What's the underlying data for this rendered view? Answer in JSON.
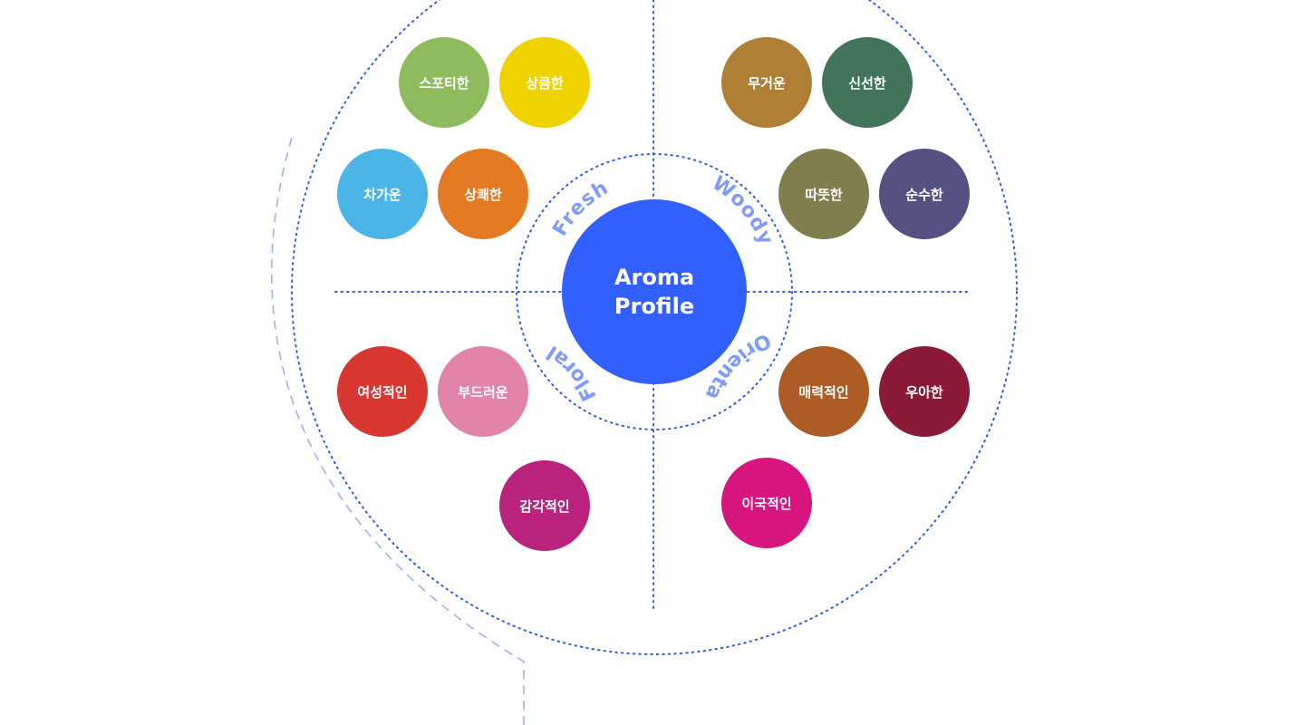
{
  "center": {
    "line1": "Aroma",
    "line2": "Profile"
  },
  "categories": {
    "fresh": "Fresh",
    "woody": "Woody",
    "floral": "Floral",
    "oriental": "Oriental"
  },
  "aromas": {
    "sporty": {
      "label": "스포티한",
      "color": "#8fbb5f"
    },
    "refreshing": {
      "label": "상큼한",
      "color": "#efd300"
    },
    "cold": {
      "label": "차가운",
      "color": "#4ab5e6"
    },
    "pleasant": {
      "label": "상쾌한",
      "color": "#e47a24"
    },
    "heavy": {
      "label": "무거운",
      "color": "#b07f36"
    },
    "fresh_new": {
      "label": "신선한",
      "color": "#417459"
    },
    "warm": {
      "label": "따뜻한",
      "color": "#7f7e4c"
    },
    "pure": {
      "label": "순수한",
      "color": "#555283"
    },
    "feminine": {
      "label": "여성적인",
      "color": "#d93731"
    },
    "soft": {
      "label": "부드러운",
      "color": "#e283a8"
    },
    "sensual": {
      "label": "감각적인",
      "color": "#b9237e"
    },
    "charming": {
      "label": "매력적인",
      "color": "#ad5c25"
    },
    "elegant": {
      "label": "우아한",
      "color": "#8a1a36"
    },
    "exotic": {
      "label": "이국적인",
      "color": "#d8147f"
    }
  }
}
